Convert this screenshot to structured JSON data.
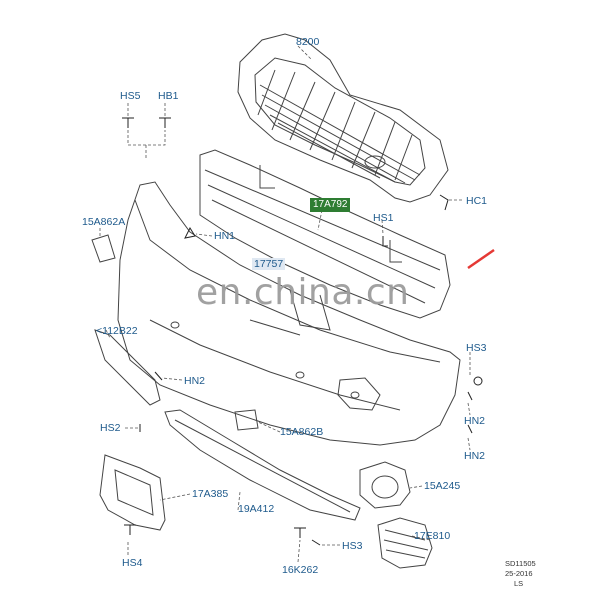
{
  "watermark": "en.china.cn",
  "accent_color": "#2e7d32",
  "arrow_color": "#e53935",
  "labels": {
    "grille": "8200",
    "hs5": "HS5",
    "hb1": "HB1",
    "hc1": "HC1",
    "support": "17A792",
    "hs1": "HS1",
    "bracket_left": "15A862A",
    "hn1": "HN1",
    "bumper": "17757",
    "trim_left": "<112B22",
    "hn2_left": "HN2",
    "hs2": "HS2",
    "bracket_right": "15A862B",
    "hs3_right": "HS3",
    "hn2_right_top": "HN2",
    "hn2_right_bottom": "HN2",
    "fog_bezel": "15A245",
    "plate_bracket": "17A385",
    "lower_spoiler": "19A412",
    "hs4": "HS4",
    "hs3_bottom": "HS3",
    "clip": "16K262",
    "lower_grille": "17E810"
  },
  "footer": {
    "line1": "SD11505",
    "line2": "25-2016",
    "line3": "LS"
  }
}
